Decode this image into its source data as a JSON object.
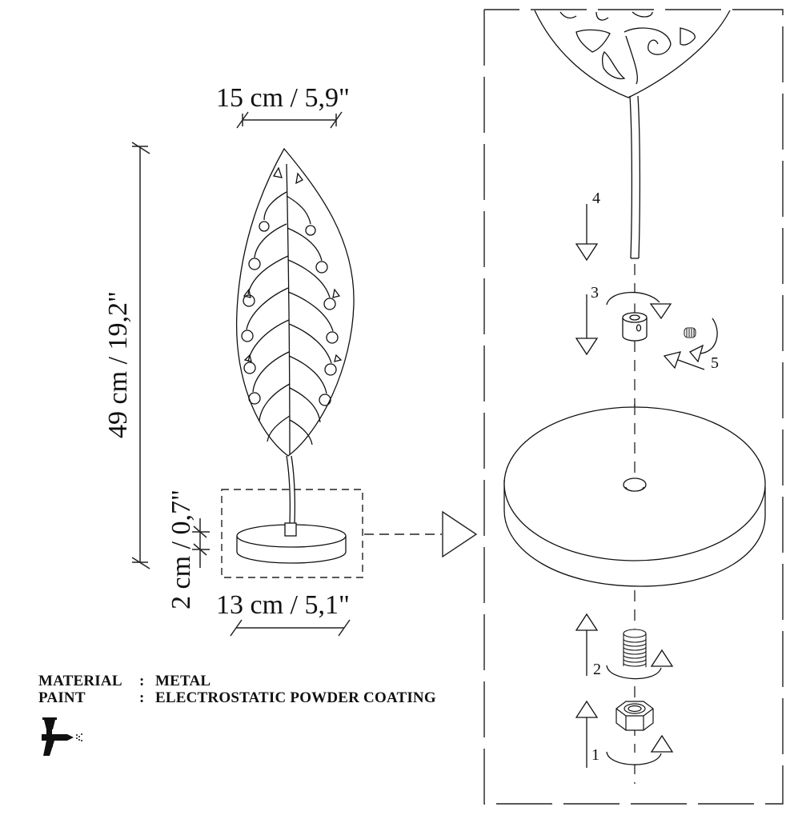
{
  "dimensions": {
    "width_top": "15 cm / 5,9\"",
    "height_total": "49 cm / 19,2\"",
    "base_height": "2 cm / 0,7\"",
    "base_width": "13 cm / 5,1\""
  },
  "specs": [
    {
      "label": "MATERIAL",
      "separator": ":",
      "value": "METAL"
    },
    {
      "label": "PAINT",
      "separator": ":",
      "value": "ELECTROSTATIC POWDER COATING"
    }
  ],
  "icons": {
    "paint": "spray-gun-icon"
  },
  "assembly_steps": [
    {
      "number": "1",
      "part": "hex nut",
      "direction": "up, rotate"
    },
    {
      "number": "2",
      "part": "threaded rod",
      "direction": "up, rotate"
    },
    {
      "number": "3",
      "part": "connector sleeve",
      "direction": "down, rotate"
    },
    {
      "number": "4",
      "part": "leaf stem",
      "direction": "down"
    },
    {
      "number": "5",
      "part": "set screw",
      "direction": "insert, rotate"
    }
  ],
  "colors": {
    "line": "#111111",
    "background": "#ffffff"
  }
}
